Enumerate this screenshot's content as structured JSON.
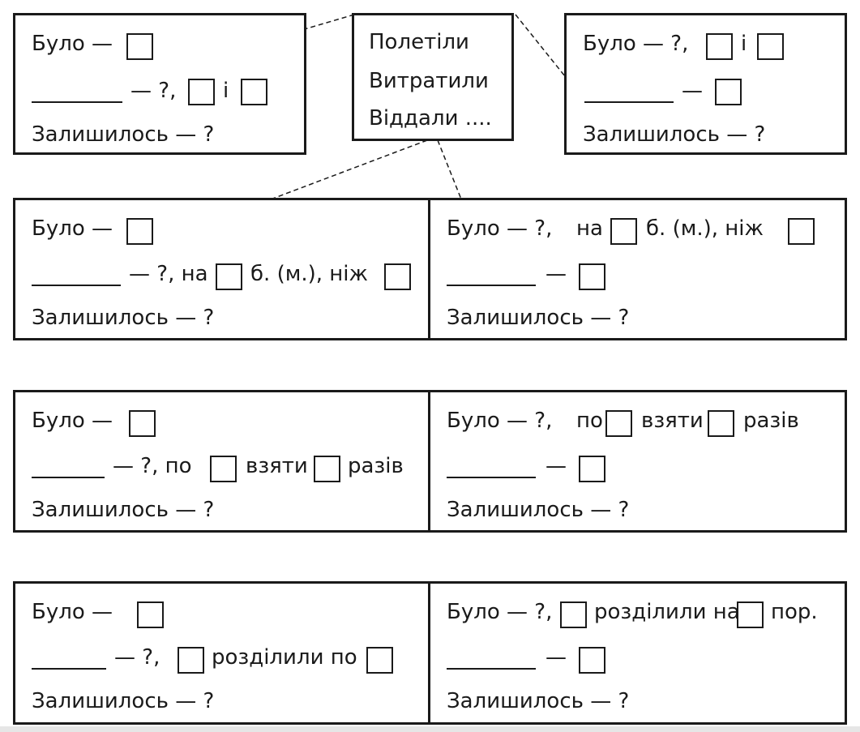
{
  "labels": {
    "bulo": "Було —",
    "bulo_q": "Було — ?,",
    "dash": "—",
    "i": "і",
    "q_comma": "— ?,",
    "q_na": "— ?, на",
    "q_po": "— ?, по",
    "zalyshylos": "Залишилось — ?",
    "b_m_nizh": "б. (м.), ніж",
    "na": "на",
    "vziaty": "взяти",
    "raziv": "разів",
    "po": "по",
    "rozdilyly_po": "розділили по",
    "rozdilyly_na": "розділили на",
    "por": "пор."
  },
  "center": {
    "line1": "Полетіли",
    "line2": "Витратили",
    "line3": "Віддали ...."
  },
  "colors": {
    "ink": "#1a1a1a",
    "background": "#ffffff"
  }
}
